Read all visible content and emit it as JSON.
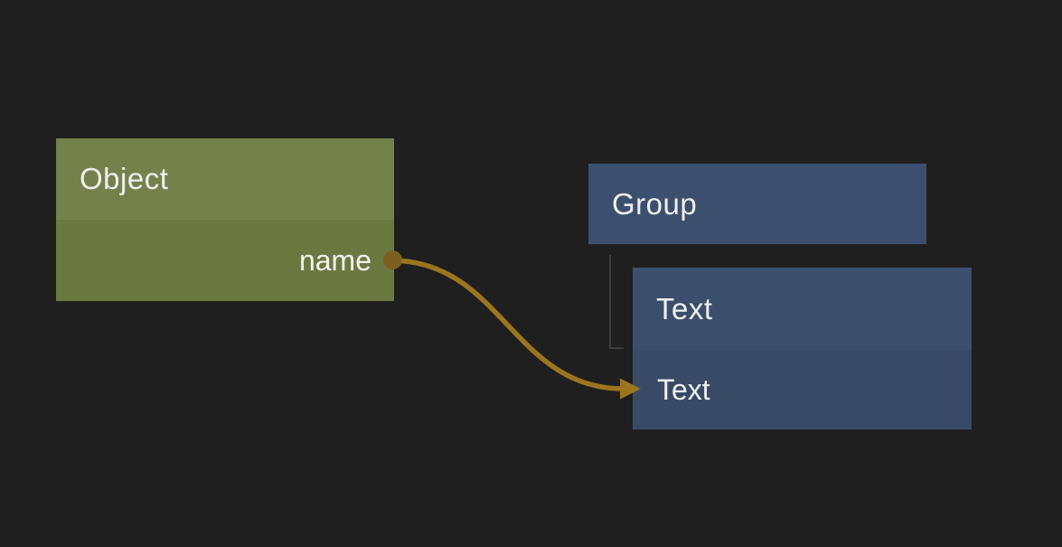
{
  "canvas": {
    "background_color": "#1f1f1f",
    "label_color": "#f0f0f0"
  },
  "object_node": {
    "title": "Object",
    "header_color": "#74814a",
    "body_color": "#6b7941",
    "output_port": {
      "label": "name",
      "dot_color": "#7b5e20"
    }
  },
  "group_node": {
    "title": "Group",
    "color": "#3c4f6e"
  },
  "text_node": {
    "title": "Text",
    "header_color": "#3b4e6c",
    "row": {
      "label": "Text",
      "color": "#384a66"
    }
  },
  "connection": {
    "from_port": "name",
    "to_row": "Text",
    "color": "#9b751e"
  },
  "tree_line": {
    "color": "#3e3e3e"
  }
}
